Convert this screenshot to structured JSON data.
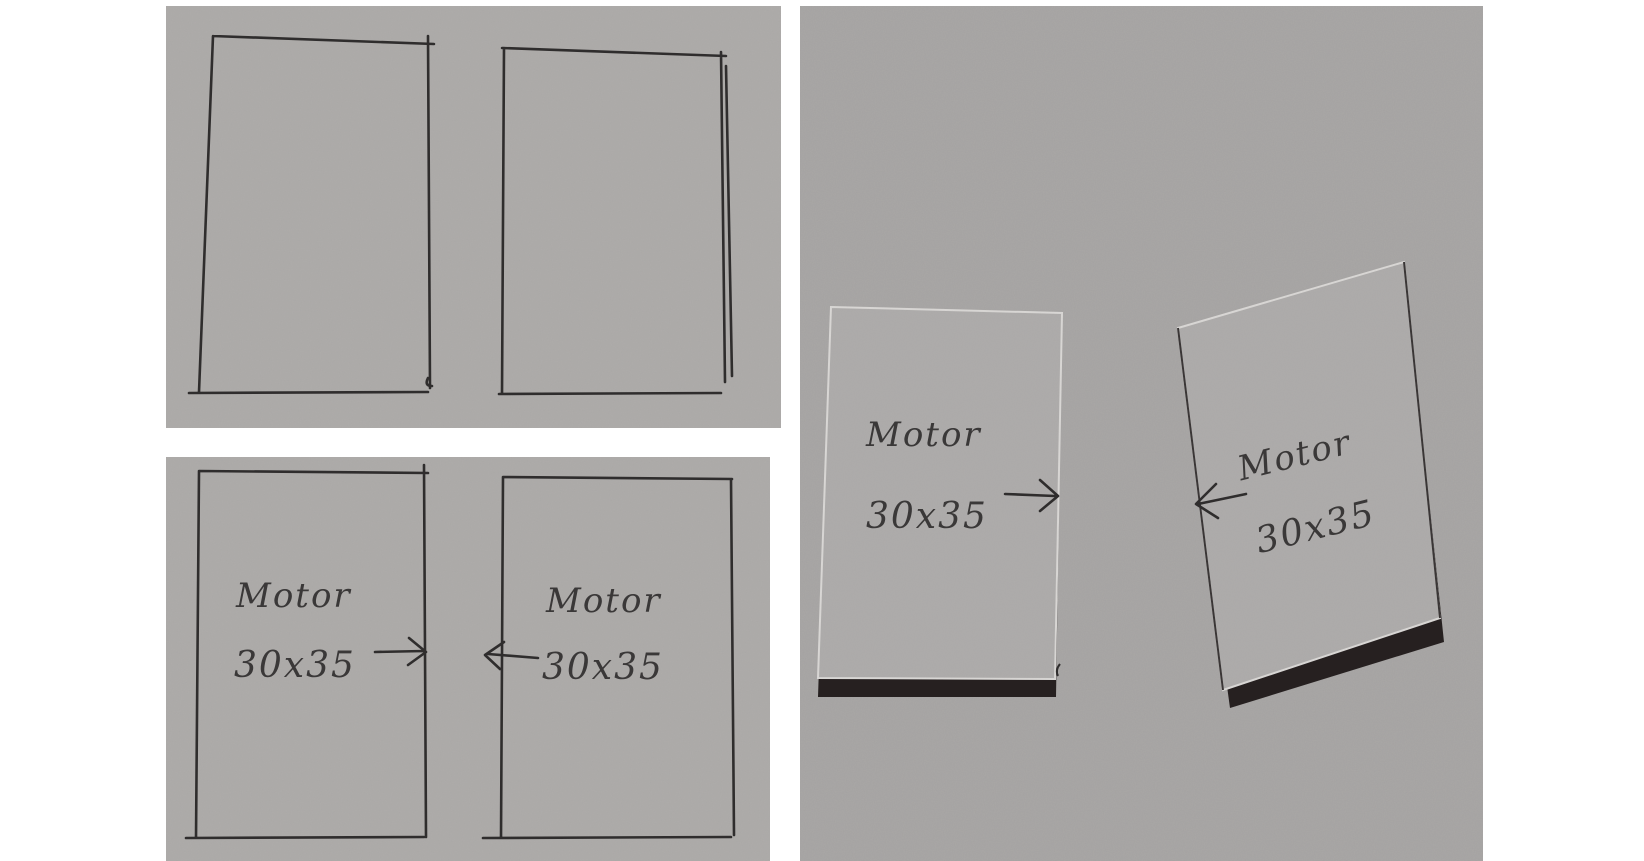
{
  "panels": {
    "top_left": {
      "caption": ""
    },
    "bottom_left": {
      "left_sheet": {
        "line1": "Motor",
        "line2": "30x35"
      },
      "right_sheet": {
        "line1": "Motor",
        "line2": "30x35"
      }
    },
    "right_photo": {
      "left_card": {
        "line1": "Motor",
        "line2": "30x35"
      },
      "right_card": {
        "line1": "Motor",
        "line2": "30x35"
      }
    }
  },
  "colors": {
    "paper": "#a9a7a5",
    "ink": "#3a3838",
    "card_edge": "#3b3333",
    "background": "#ffffff"
  }
}
